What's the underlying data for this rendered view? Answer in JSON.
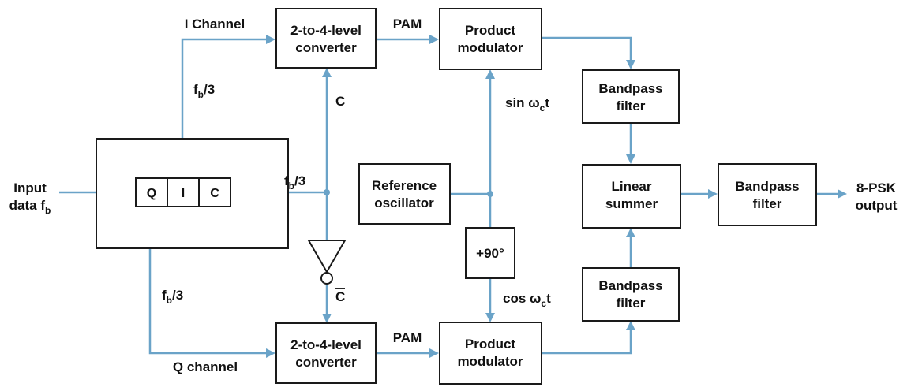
{
  "blocks": {
    "converter_i": [
      "2-to-4-level",
      "converter"
    ],
    "converter_q": [
      "2-to-4-level",
      "converter"
    ],
    "product_mod_i": [
      "Product",
      "modulator"
    ],
    "product_mod_q": [
      "Product",
      "modulator"
    ],
    "bandpass_top": [
      "Bandpass",
      "filter"
    ],
    "bandpass_bottom": [
      "Bandpass",
      "filter"
    ],
    "bandpass_output": [
      "Bandpass",
      "filter"
    ],
    "linear_summer": [
      "Linear",
      "summer"
    ],
    "reference_osc": [
      "Reference",
      "oscillator"
    ],
    "phase_shift": "+90°",
    "register_cells": [
      "Q",
      "I",
      "C"
    ]
  },
  "labels": {
    "input": [
      "Input",
      "data f",
      "b"
    ],
    "output": [
      "8-PSK",
      "output"
    ],
    "i_channel": "I Channel",
    "q_channel": "Q channel",
    "pam_top": "PAM",
    "pam_bottom": "PAM",
    "rate_i": [
      "f",
      "b",
      "/3"
    ],
    "rate_c": [
      "f",
      "b",
      "/3"
    ],
    "rate_q": [
      "f",
      "b",
      "/3"
    ],
    "c_label": "C",
    "c_bar_label": "C",
    "sin_label": [
      "sin ω",
      "c",
      "t"
    ],
    "cos_label": [
      "cos ω",
      "c",
      "t"
    ]
  },
  "colors": {
    "wire": "#6aa3c8",
    "box_stroke": "#1a1a1a",
    "text": "#111111"
  }
}
